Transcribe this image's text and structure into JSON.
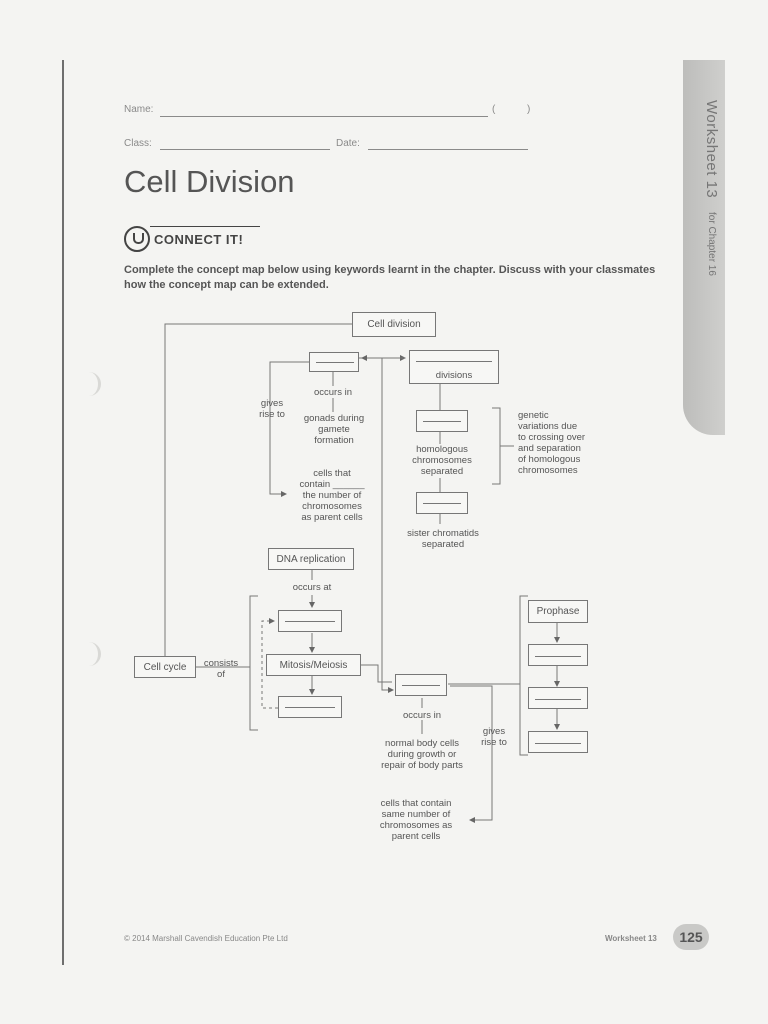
{
  "header": {
    "name_label": "Name:",
    "name_bracket": "(",
    "name_bracket_close": ")",
    "class_label": "Class:",
    "date_label": "Date:"
  },
  "side_tab": {
    "title": "Worksheet 13",
    "subtitle": "for Chapter 16"
  },
  "title": "Cell Division",
  "connect_it": "CONNECT IT!",
  "instructions": "Complete the concept map below using keywords learnt in the chapter. Discuss with your classmates how the concept map can be extended.",
  "map": {
    "cell_division": "Cell division",
    "divisions": "divisions",
    "occurs_in_1": "occurs in",
    "gonads": "gonads during\ngamete\nformation",
    "gives_rise_to_1": "gives\nrise to",
    "cells_that_contain": "cells that\ncontain ______\nthe number of\nchromosomes\nas parent cells",
    "homologous": "homologous\nchromosomes\nseparated",
    "sister": "sister chromatids\nseparated",
    "genetic": "genetic\nvariations due\nto crossing over\nand separation\nof homologous\nchromosomes",
    "dna_replication": "DNA replication",
    "occurs_at": "occurs at",
    "mitosis_meiosis": "Mitosis/Meiosis",
    "cell_cycle": "Cell cycle",
    "consists_of": "consists\nof",
    "occurs_in_2": "occurs in",
    "normal_body": "normal body cells\nduring growth or\nrepair of body parts",
    "gives_rise_to_2": "gives\nrise to",
    "cells_same": "cells that contain\nsame number of\nchromosomes as\nparent cells",
    "prophase": "Prophase"
  },
  "footer": {
    "copyright": "© 2014 Marshall Cavendish Education Pte Ltd",
    "worksheet": "Worksheet 13",
    "page_number": "125"
  }
}
